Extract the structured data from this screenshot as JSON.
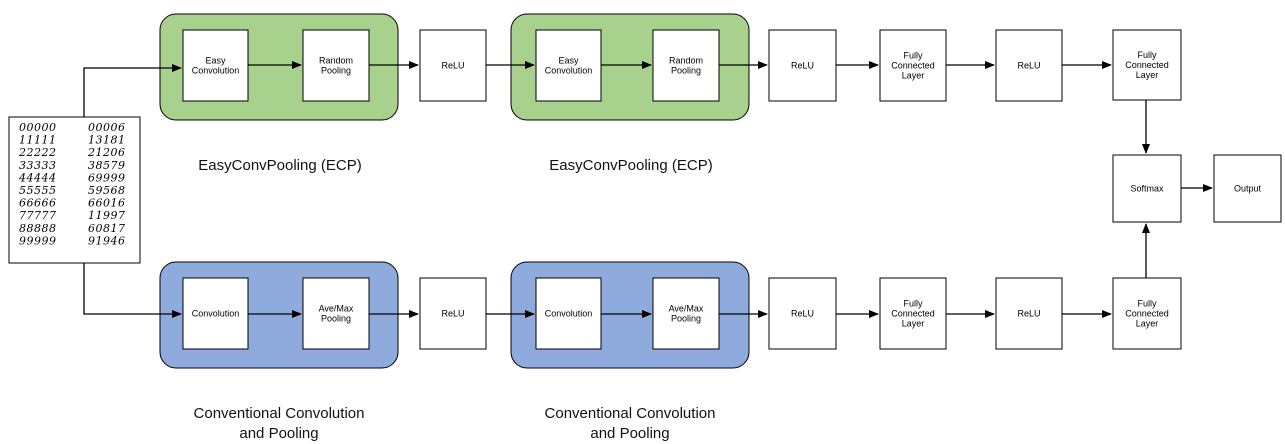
{
  "groups": {
    "ecp1": "EasyConvPooling (ECP)",
    "ecp2": "EasyConvPooling (ECP)",
    "ccp1": [
      "Conventional Convolution",
      "and Pooling"
    ],
    "ccp2": [
      "Conventional Convolution",
      "and Pooling"
    ],
    "ecp_color": "#a9d18e",
    "ccp_color": "#8faadc"
  },
  "nodes": {
    "easy_conv": [
      "Easy",
      "Convolution"
    ],
    "random_pool": [
      "Random",
      "Pooling"
    ],
    "relu": [
      "ReLU"
    ],
    "fc": [
      "Fully",
      "Connected",
      "Layer"
    ],
    "conv": [
      "Convolution"
    ],
    "avemax_pool": [
      "Ave/Max",
      "Pooling"
    ],
    "softmax": [
      "Softmax"
    ],
    "output": [
      "Output"
    ]
  },
  "digits": {
    "left": [
      "00000",
      "11111",
      "22222",
      "33333",
      "44444",
      "55555",
      "66666",
      "77777",
      "88888",
      "99999"
    ],
    "right": [
      "00006",
      "13181",
      "21206",
      "38579",
      "69999",
      "59568",
      "66016",
      "11997",
      "60817",
      "91946"
    ]
  }
}
